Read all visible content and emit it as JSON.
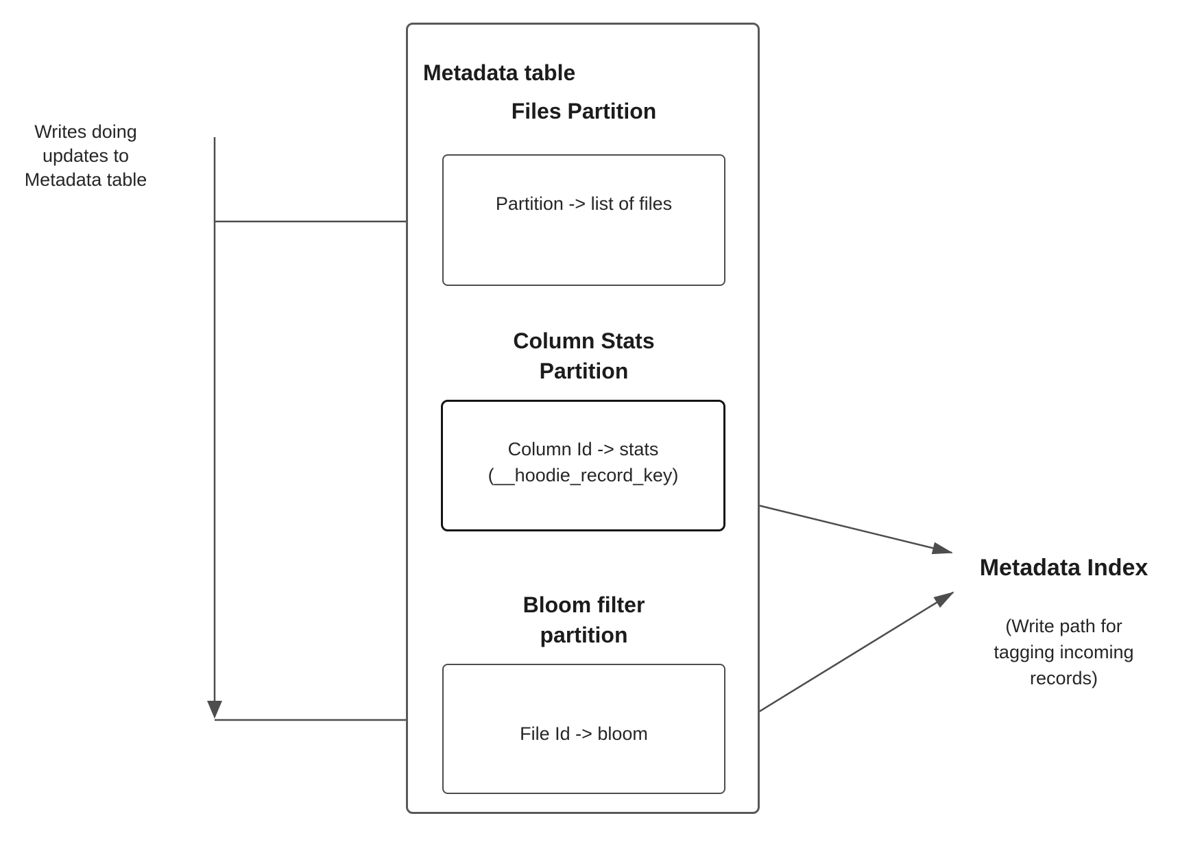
{
  "diagram": {
    "left_note": {
      "text": "Writes doing\nupdates to\nMetadata table"
    },
    "metadata_table": {
      "title": "Metadata table",
      "sections": [
        {
          "heading": "Files Partition",
          "box_label": "Partition -> list of files"
        },
        {
          "heading": "Column Stats\nPartition",
          "box_label": "Column Id  -> stats\n(__hoodie_record_key)"
        },
        {
          "heading": "Bloom filter\npartition",
          "box_label": "File Id -> bloom"
        }
      ]
    },
    "metadata_index": {
      "title": "Metadata Index",
      "subtitle": "(Write path for\ntagging incoming\nrecords)"
    },
    "colors": {
      "line": "#4d4d4d",
      "arrowhead": "#4d4d4d",
      "box_border": "#4d4d4d",
      "outer_border": "#595959",
      "emphasis_border": "#141414",
      "text": "#1f1f1f",
      "background": "#ffffff"
    }
  }
}
